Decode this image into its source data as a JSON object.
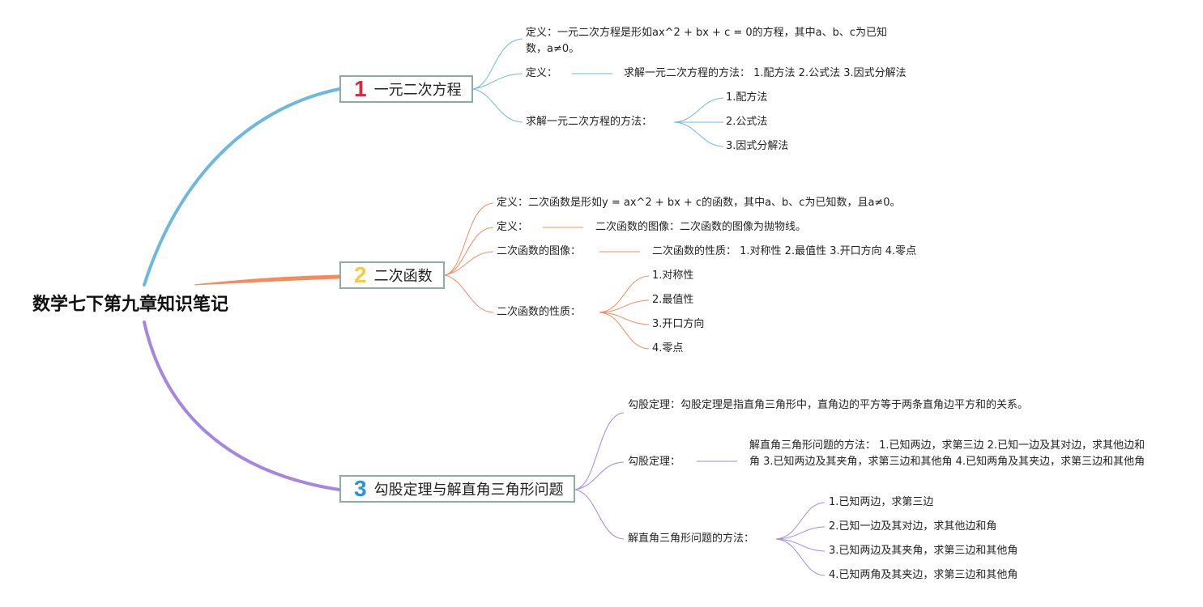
{
  "root": {
    "title": "数学七下第九章知识笔记"
  },
  "colors": {
    "branch1": "#6db8df",
    "branch2": "#f58b5c",
    "branch3": "#a686de",
    "num1": "#e0253f",
    "num2": "#f5cd3a",
    "num3": "#2596d6",
    "topic_border": "#8aaea4"
  },
  "topics": [
    {
      "num": "1",
      "label": "一元二次方程",
      "children": [
        {
          "text": "定义：一元二次方程是形如ax^2 + bx + c = 0的方程，其中a、b、c为已知数，a≠0。"
        },
        {
          "text": "定义：",
          "detail": "求解一元二次方程的方法： 1.配方法 2.公式法 3.因式分解法"
        },
        {
          "text": "求解一元二次方程的方法：",
          "items": [
            "1.配方法",
            "2.公式法",
            "3.因式分解法"
          ]
        }
      ]
    },
    {
      "num": "2",
      "label": "二次函数",
      "children": [
        {
          "text": "定义：二次函数是形如y = ax^2 + bx + c的函数，其中a、b、c为已知数，且a≠0。"
        },
        {
          "text": "定义：",
          "detail": "二次函数的图像：二次函数的图像为抛物线。"
        },
        {
          "text": "二次函数的图像：",
          "detail": "二次函数的性质： 1.对称性 2.最值性 3.开口方向 4.零点"
        },
        {
          "text": "二次函数的性质：",
          "items": [
            "1.对称性",
            "2.最值性",
            "3.开口方向",
            "4.零点"
          ]
        }
      ]
    },
    {
      "num": "3",
      "label": "勾股定理与解直角三角形问题",
      "children": [
        {
          "text": "勾股定理：勾股定理是指直角三角形中，直角边的平方等于两条直角边平方和的关系。"
        },
        {
          "text": "勾股定理：",
          "detail": "解直角三角形问题的方法： 1.已知两边，求第三边 2.已知一边及其对边，求其他边和角 3.已知两边及其夹角，求第三边和其他角 4.已知两角及其夹边，求第三边和其他角"
        },
        {
          "text": "解直角三角形问题的方法：",
          "items": [
            "1.已知两边，求第三边",
            "2.已知一边及其对边，求其他边和角",
            "3.已知两边及其夹角，求第三边和其他角",
            "4.已知两角及其夹边，求第三边和其他角"
          ]
        }
      ]
    }
  ]
}
